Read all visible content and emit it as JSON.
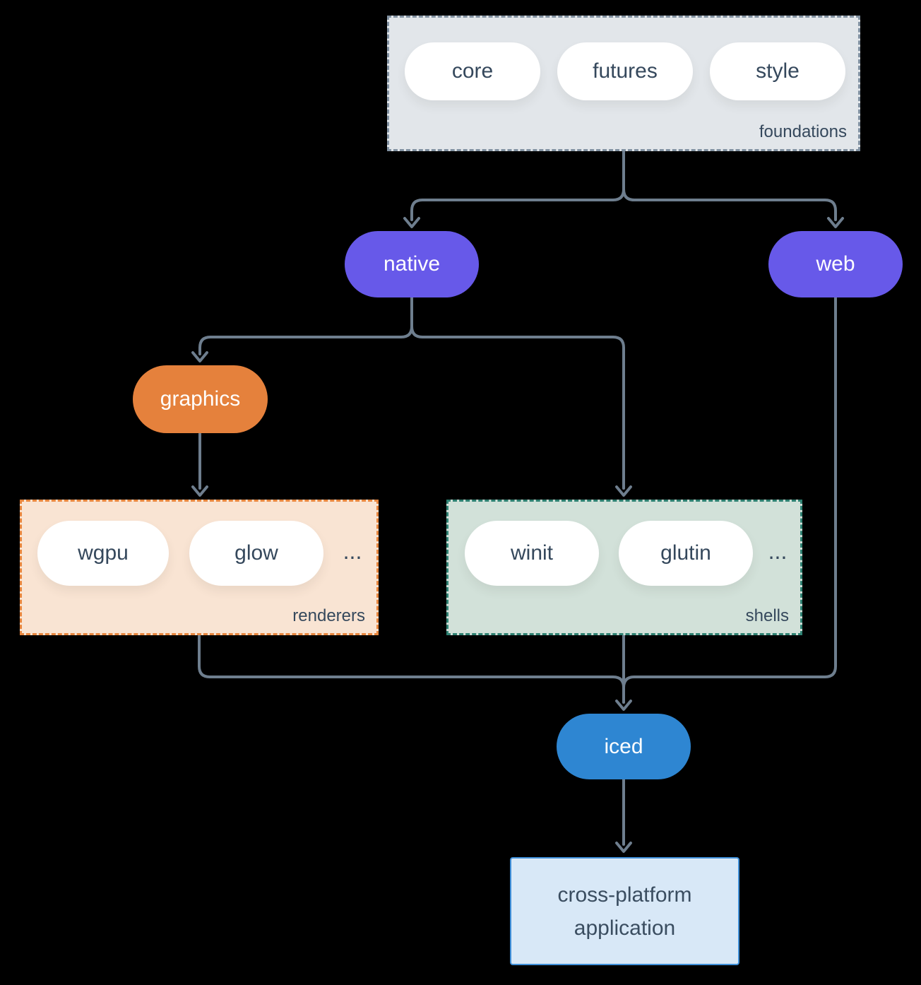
{
  "diagram": {
    "foundations": {
      "label": "foundations",
      "pills": [
        "core",
        "futures",
        "style"
      ]
    },
    "native": {
      "label": "native"
    },
    "web": {
      "label": "web"
    },
    "graphics": {
      "label": "graphics"
    },
    "renderers": {
      "label": "renderers",
      "pills": [
        "wgpu",
        "glow"
      ],
      "more": "..."
    },
    "shells": {
      "label": "shells",
      "pills": [
        "winit",
        "glutin"
      ],
      "more": "..."
    },
    "iced": {
      "label": "iced"
    },
    "application": {
      "line1": "cross-platform",
      "line2": "application"
    },
    "colors": {
      "background": "#000000",
      "connector": "#6e7e8e",
      "foundations_fill": "#e2e6ea",
      "foundations_border": "#8191a1",
      "node_purple": "#6759e9",
      "node_orange": "#e5813c",
      "renderers_fill": "#f9e4d3",
      "renderers_border": "#e8873f",
      "shells_fill": "#d2e1d9",
      "shells_border": "#2e8172",
      "node_blue": "#2e86d2",
      "application_fill": "#d8e8f7",
      "application_border": "#3f8fd8",
      "text_dark": "#35485c",
      "text_light": "#ffffff"
    }
  }
}
